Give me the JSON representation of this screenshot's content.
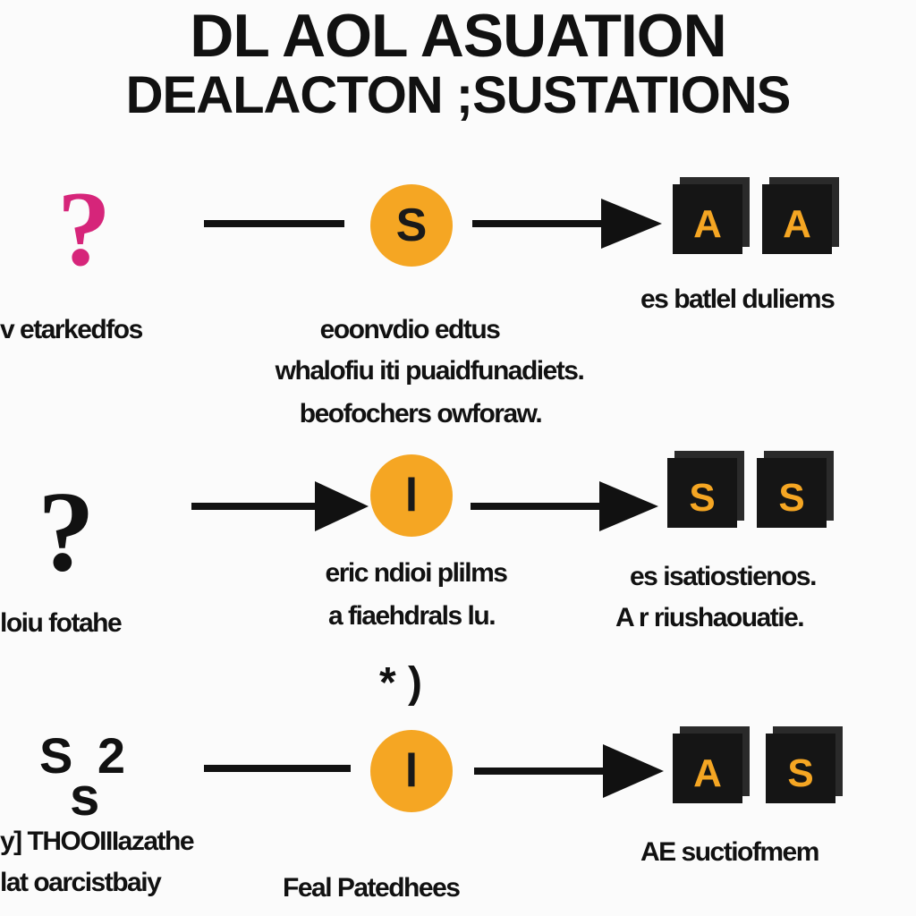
{
  "title": {
    "line1": "DL AOL ASUATION",
    "line2": "DEALACTON ;SUSTATIONS"
  },
  "rows": [
    {
      "left_symbol": "?",
      "left_color": "#d6257a",
      "circle": "S",
      "boxes": [
        "A",
        "A"
      ],
      "left_label": [
        "v etarkedfos"
      ],
      "middle_label": [
        "eoonvdio edtus",
        "whalofiu iti puaidfunadiets.",
        "beofochers owforaw."
      ],
      "right_label": [
        "es batlel duliems"
      ]
    },
    {
      "left_symbol": "?",
      "left_color": "#111111",
      "circle": "l",
      "boxes": [
        "S",
        "S"
      ],
      "left_label": [
        "loiu fotahe"
      ],
      "middle_label": [
        "eric ndioi plilms",
        "a fiaehdrals lu."
      ],
      "right_label": [
        "es isatiostienos.",
        "A r riushaouatie."
      ]
    },
    {
      "left_symbol": "S 2",
      "left_sub": "s",
      "left_color": "#111111",
      "circle": "l",
      "above_circle": "* )",
      "boxes": [
        "A",
        "S"
      ],
      "left_label": [
        "y] THOOIIIazathe",
        "lat oarcistbaiy"
      ],
      "middle_label": [
        "Feal Patedhees"
      ],
      "right_label": [
        "AE suctiofmem"
      ]
    }
  ],
  "colors": {
    "accent": "#f5a623",
    "ink": "#111111",
    "box": "#151515"
  }
}
